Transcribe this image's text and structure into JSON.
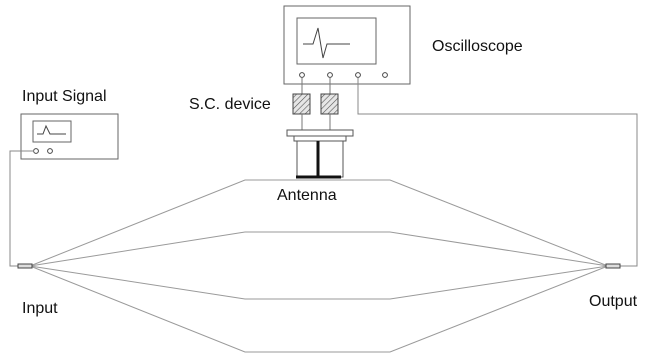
{
  "labels": {
    "oscilloscope": "Oscilloscope",
    "input_signal": "Input Signal",
    "sc_device": "S.C. device",
    "antenna": "Antenna",
    "input": "Input",
    "output": "Output"
  },
  "colors": {
    "line": "#9a9a9a",
    "dark": "#222222",
    "hatch": "#555555",
    "background": "#ffffff"
  }
}
